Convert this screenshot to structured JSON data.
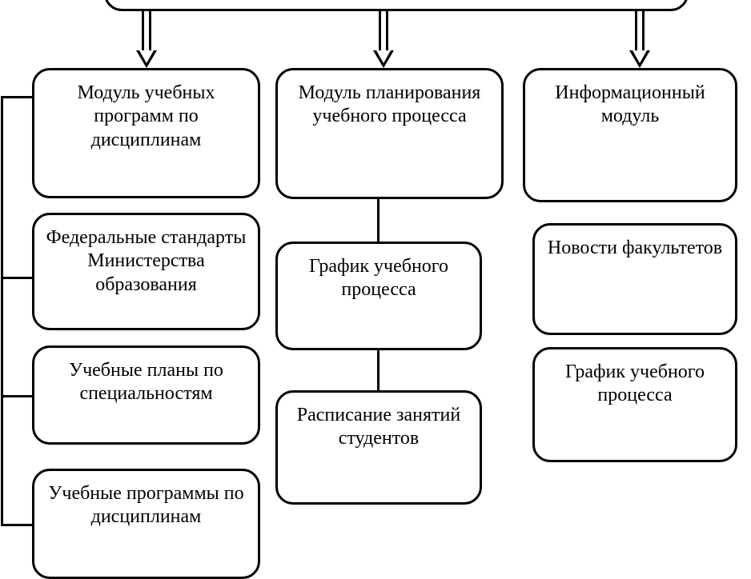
{
  "diagram": {
    "type": "hierarchy-block-diagram",
    "language": "ru",
    "background_color": "#ffffff",
    "line_color": "#000000",
    "text_color": "#000000",
    "root": {
      "label": "",
      "note": "top box is cropped out of view; only its bottom edge is visible"
    },
    "columns": [
      {
        "name": "left-column",
        "header": {
          "id": "module-curricula",
          "label": "Модуль учебных программ по дисциплинам"
        },
        "children": [
          {
            "id": "federal-standards",
            "label": "Федеральные стандарты Министерства образования"
          },
          {
            "id": "study-plans",
            "label": "Учебные планы по специальностям"
          },
          {
            "id": "curricula-programs",
            "label": "Учебные программы по дисциплинам"
          }
        ]
      },
      {
        "name": "middle-column",
        "header": {
          "id": "module-planning",
          "label": "Модуль планирования учебного процесса"
        },
        "children": [
          {
            "id": "schedule-chart",
            "label": "График учебного процесса"
          },
          {
            "id": "student-timetable",
            "label": "Расписание занятий студентов"
          }
        ]
      },
      {
        "name": "right-column",
        "header": {
          "id": "module-information",
          "label": "Информационный модуль"
        },
        "children": [
          {
            "id": "faculty-news",
            "label": "Новости факультетов"
          },
          {
            "id": "schedule-chart-info",
            "label": "График учебного процесса"
          }
        ]
      }
    ],
    "connectors": [
      {
        "id": "arrow-to-left-module",
        "kind": "block-arrow-down"
      },
      {
        "id": "arrow-to-middle-module",
        "kind": "block-arrow-down"
      },
      {
        "id": "arrow-to-right-module",
        "kind": "block-arrow-down"
      },
      {
        "id": "left-bracket",
        "kind": "bracket-left"
      },
      {
        "id": "middle-line-1",
        "kind": "line-vertical"
      },
      {
        "id": "middle-line-2",
        "kind": "line-vertical"
      }
    ]
  }
}
